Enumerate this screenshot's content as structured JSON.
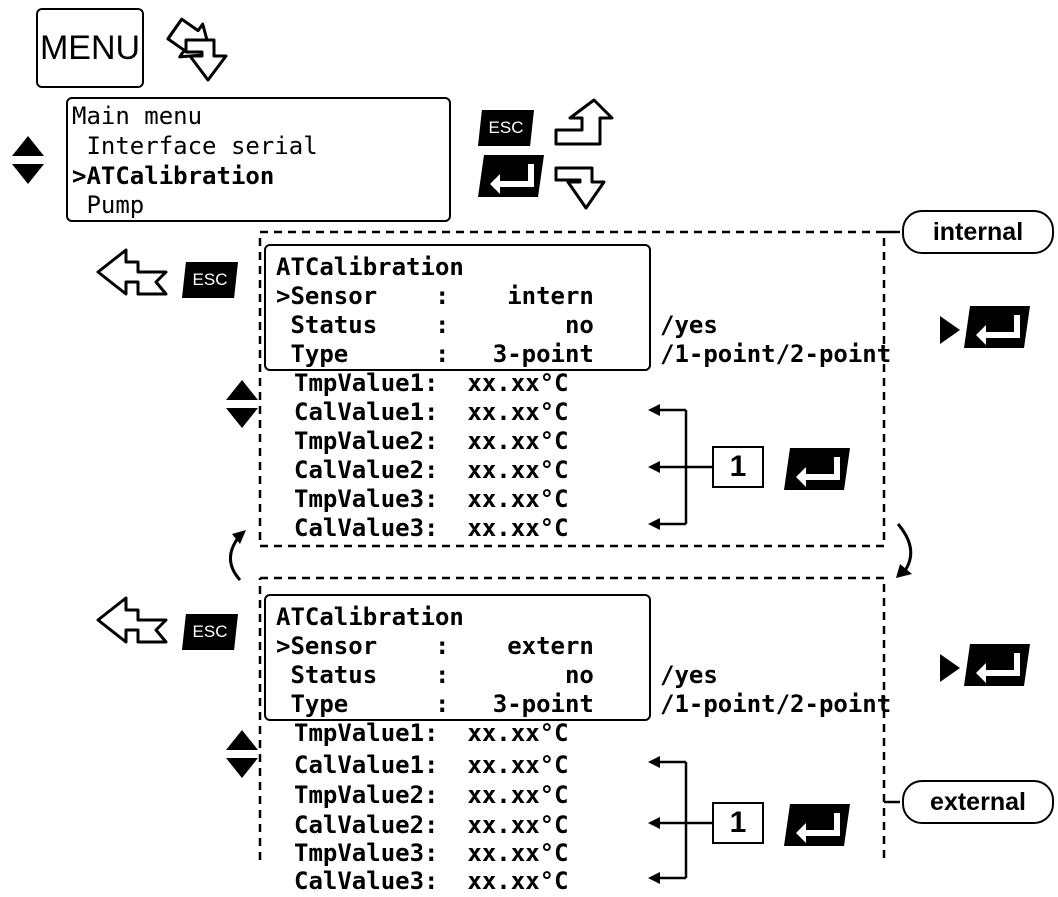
{
  "menu_button": "MENU",
  "main_menu": {
    "title": "Main menu",
    "items": [
      " Interface serial",
      ">ATCalibration",
      " Pump"
    ]
  },
  "esc_label": "ESC",
  "key_one": "1",
  "internal": {
    "tag": "internal",
    "title": "ATCalibration",
    "sensor": ">Sensor    :    intern",
    "status": " Status    :        no",
    "type": " Type      :   3-point",
    "status_alt": "/yes",
    "type_alt": "/1-point/2-point",
    "values": [
      "TmpValue1:  xx.xx°C",
      "CalValue1:  xx.xx°C",
      "TmpValue2:  xx.xx°C",
      "CalValue2:  xx.xx°C",
      "TmpValue3:  xx.xx°C",
      "CalValue3:  xx.xx°C"
    ]
  },
  "external": {
    "tag": "external",
    "title": "ATCalibration",
    "sensor": ">Sensor    :    extern",
    "status": " Status    :        no",
    "type": " Type      :   3-point",
    "status_alt": "/yes",
    "type_alt": "/1-point/2-point",
    "values": [
      "TmpValue1:  xx.xx°C",
      "CalValue1:  xx.xx°C",
      "TmpValue2:  xx.xx°C",
      "CalValue2:  xx.xx°C",
      "TmpValue3:  xx.xx°C",
      "CalValue3:  xx.xx°C"
    ]
  },
  "icons": [
    "hollow-arrow-icon",
    "enter-key-icon",
    "esc-key-icon",
    "up-down-triangle-icon",
    "bracket-arrow-icon",
    "curved-arrow-icon"
  ]
}
